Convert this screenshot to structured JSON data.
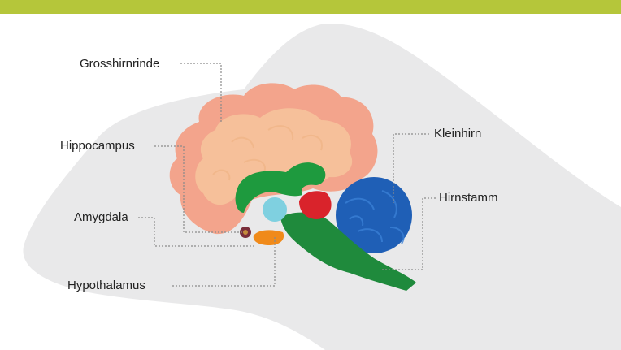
{
  "colors": {
    "top_bar": "#b5c63a",
    "head_silhouette": "#e9e9ea",
    "cerebrum_outer": "#f3a48c",
    "cerebrum_inner": "#f6c69c",
    "limbic": "#1e9a3e",
    "brainstem": "#1f8a3c",
    "cerebellum": "#1f5fb6",
    "thalamus_red": "#d9232b",
    "hypothalamus_orange": "#f08a1a",
    "hippocampus_blue": "#7fd0e0",
    "leader_line": "#8a8a8a"
  },
  "labels": {
    "grosshirnrinde": "Grosshirnrinde",
    "hippocampus": "Hippocampus",
    "amygdala": "Amygdala",
    "hypothalamus": "Hypothalamus",
    "kleinhirn": "Kleinhirn",
    "hirnstamm": "Hirnstamm"
  }
}
